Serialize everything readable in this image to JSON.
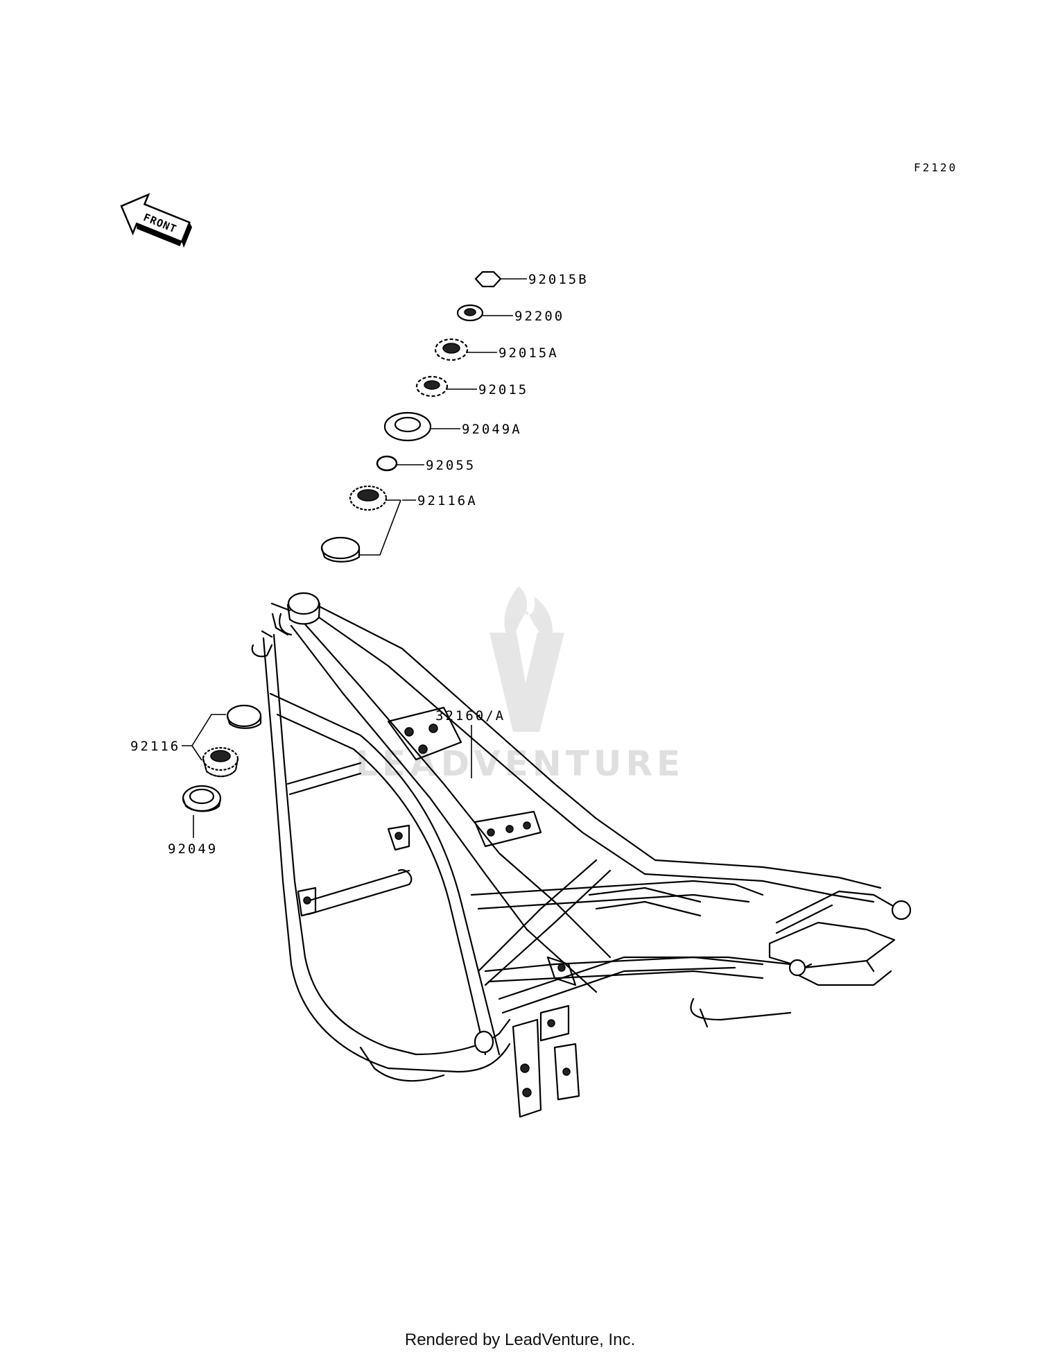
{
  "diagram_code": "F2120",
  "front_arrow_text": "FRONT",
  "watermark_text": "LEADVENTURE",
  "footer": "Rendered by LeadVenture, Inc.",
  "parts": {
    "p92015B": "92015B",
    "p92200": "92200",
    "p92015A": "92015A",
    "p92015": "92015",
    "p92049A": "92049A",
    "p92055": "92055",
    "p92116A": "92116A",
    "p32160A": "32160/A",
    "p92116": "92116",
    "p92049": "92049"
  }
}
